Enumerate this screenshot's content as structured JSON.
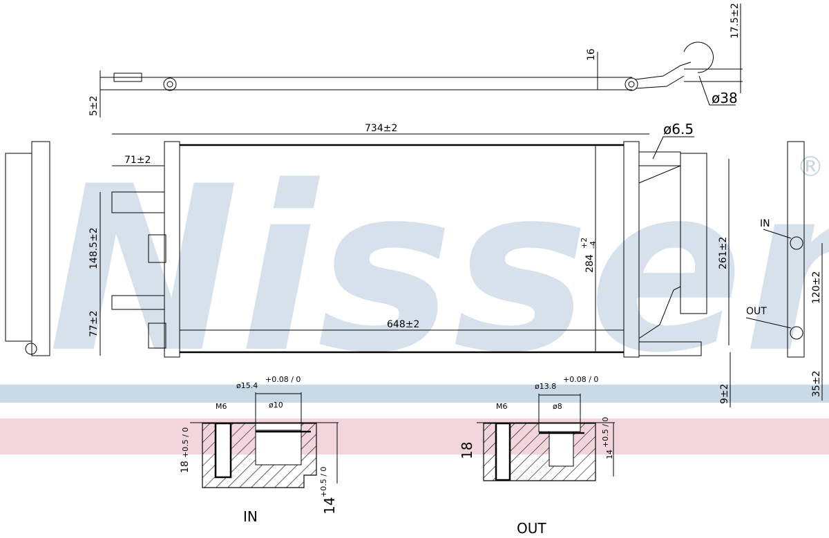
{
  "watermark": {
    "brand": "Nissens",
    "registered": "®",
    "band_color_blue": "#c9d9e6",
    "band_color_pink": "#f2d6dc"
  },
  "top_view": {
    "offset": "5±2",
    "height": "16",
    "pipe_offset": "17.5±2",
    "diameter": "ø38"
  },
  "front_view": {
    "overall_width": "734±2",
    "bolt_diameter": "ø6.5",
    "bracket_width": "71±2",
    "bracket_spacing": "148.5±2",
    "core_height": "284",
    "core_height_tol_plus": "+2",
    "core_height_tol_minus": "-4",
    "side_height": "261±2",
    "lower_bracket": "77±2",
    "core_width": "648±2"
  },
  "side_view": {
    "in_label": "IN",
    "out_label": "OUT",
    "port_spacing": "120±2",
    "bottom_offset": "9±2",
    "out_offset": "35±2"
  },
  "section_in": {
    "outer_diameter": "ø15.4",
    "outer_tol": "+0.08 / 0",
    "inner_diameter": "ø10",
    "thread": "M6",
    "depth": "18",
    "depth_tol": "+0.5 / 0",
    "height": "14",
    "height_tol": "+0.5 / 0",
    "label": "IN"
  },
  "section_out": {
    "outer_diameter": "ø13.8",
    "outer_tol": "+0.08 / 0",
    "inner_diameter": "ø8",
    "thread": "M6",
    "depth": "18",
    "height": "14",
    "height_tol": "+0.5 / 0",
    "label": "OUT"
  }
}
